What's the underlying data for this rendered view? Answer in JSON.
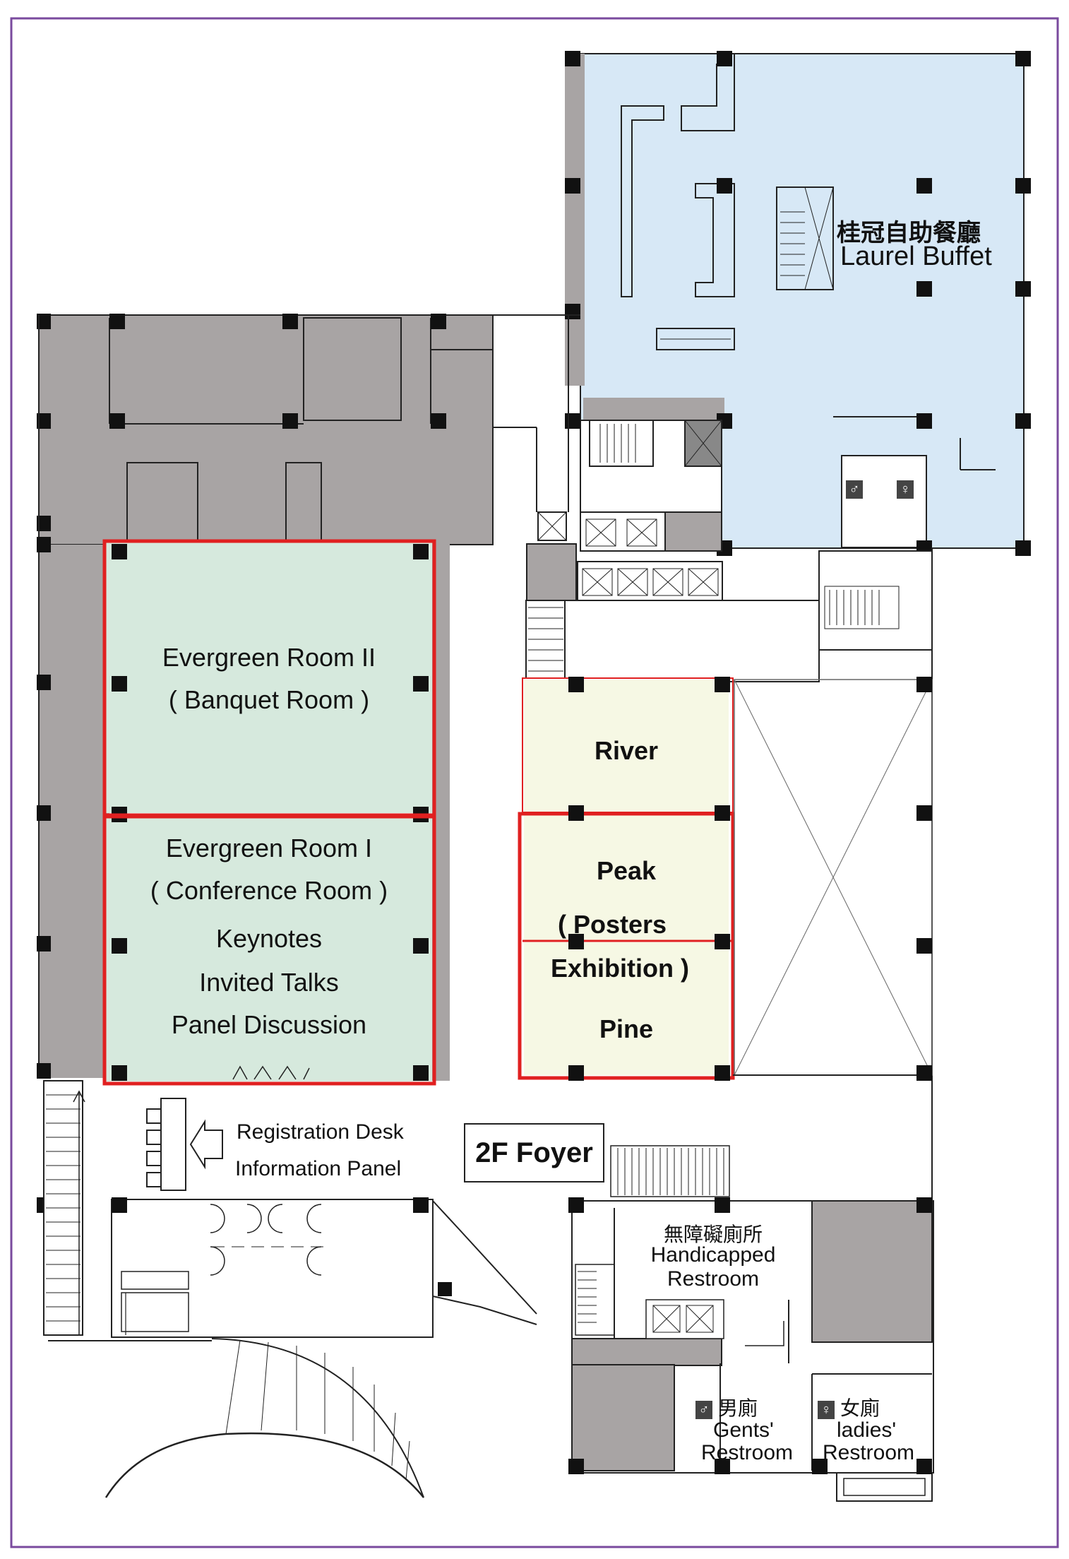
{
  "rooms": {
    "laurel_buffet": {
      "zh": "桂冠自助餐廳",
      "en": "Laurel Buffet"
    },
    "evergreen_ii": {
      "name": "Evergreen Room II",
      "sub": "( Banquet Room )"
    },
    "evergreen_i": {
      "name": "Evergreen Room I",
      "sub": "( Conference Room )",
      "uses": [
        "Keynotes",
        "Invited Talks",
        "Panel Discussion"
      ]
    },
    "river": "River",
    "peak": {
      "name": "Peak",
      "sub1": "( Posters",
      "sub2": "Exhibition )"
    },
    "pine": "Pine"
  },
  "registration": {
    "line1": "Registration Desk",
    "line2": "Information Panel"
  },
  "foyer": "2F Foyer",
  "handicapped": {
    "zh": "無障礙廁所",
    "en1": "Handicapped",
    "en2": "Restroom"
  },
  "gents": {
    "zh": "男廁",
    "en1": "Gents'",
    "en2": "Restroom"
  },
  "ladies": {
    "zh": "女廁",
    "en1": "ladies'",
    "en2": "Restroom"
  },
  "colors": {
    "buffet_fill": "#d7e8f6",
    "evergreen_fill": "#d6e9dd",
    "poster_fill": "#f6f8e4",
    "service_gray": "#a8a4a4",
    "highlight_red": "#e02020",
    "frame_purple": "#7a4a9e"
  }
}
